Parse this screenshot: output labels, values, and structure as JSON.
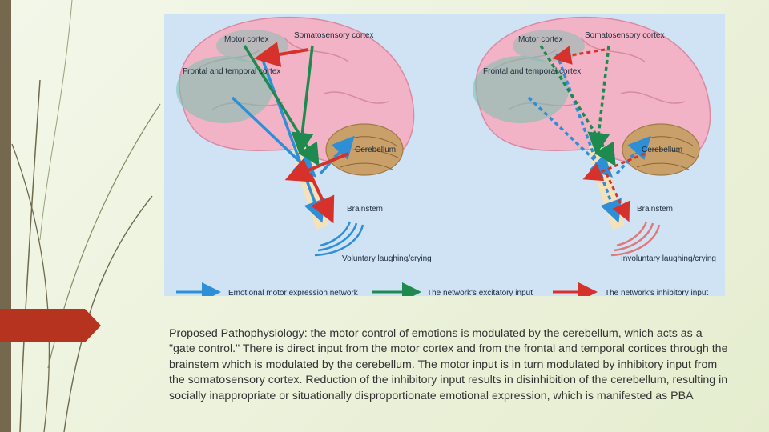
{
  "figure": {
    "left_panel": {
      "motor_cortex": "Motor cortex",
      "somatosensory_cortex": "Somatosensory cortex",
      "frontal_temporal": "Frontal and temporal cortex",
      "cerebellum": "Cerebellum",
      "brainstem": "Brainstem",
      "output": "Voluntary laughing/crying"
    },
    "right_panel": {
      "motor_cortex": "Motor cortex",
      "somatosensory_cortex": "Somatosensory cortex",
      "frontal_temporal": "Frontal and temporal cortex",
      "cerebellum": "Cerebellum",
      "brainstem": "Brainstem",
      "output": "Involuntary laughing/crying"
    },
    "legend": {
      "blue": "Emotional motor expression network",
      "green": "The network's excitatory input",
      "red": "The network's inhibitory input"
    },
    "colors": {
      "blue": "#2f8fd6",
      "green": "#1e8a4f",
      "red": "#d6322b",
      "brain": "#f2b3c6",
      "cerebellum": "#c9a06a",
      "accent": "#b5331f"
    }
  },
  "caption": "Proposed Pathophysiology: the motor control of emotions is modulated by the cerebellum, which acts as a \"gate control.\" There is direct input from the motor cortex and from the frontal and temporal cortices through the brainstem which is modulated by the cerebellum. The motor input is in turn modulated by inhibitory input from the somatosensory cortex. Reduction of the inhibitory input results in disinhibition of the cerebellum, resulting in socially inappropriate or situationally disproportionate emotional expression, which is manifested as PBA"
}
